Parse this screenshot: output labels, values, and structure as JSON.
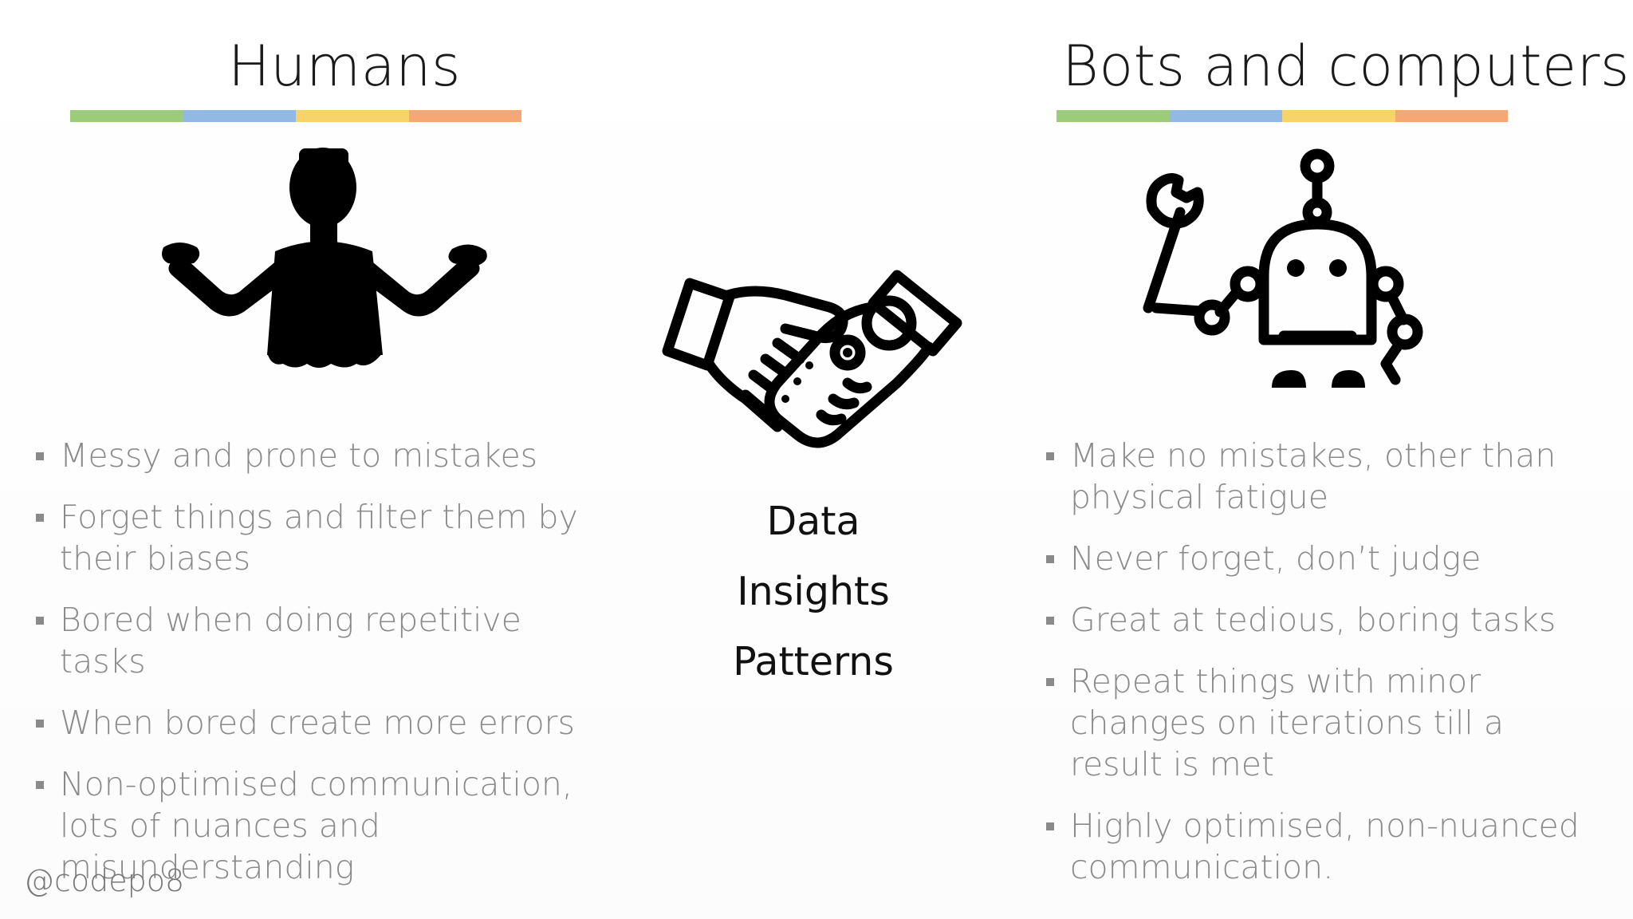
{
  "left_column": {
    "title": "Humans",
    "icon": "shrug-silhouette-icon",
    "bullets": [
      "Messy and prone to mistakes",
      "Forget things and filter them by their biases",
      "Bored when doing repetitive tasks",
      "When bored create more errors",
      "Non-optimised communication, lots of nuances and misunderstanding"
    ]
  },
  "right_column": {
    "title": "Bots and computers…",
    "icon": "robot-with-wrench-icon",
    "bullets": [
      "Make no mistakes, other than physical fatigue",
      "Never forget, don’t judge",
      "Great at tedious, boring tasks",
      "Repeat things with minor changes on iterations till a result is met",
      "Highly optimised, non-nuanced communication."
    ]
  },
  "center": {
    "icon": "human-robot-handshake-icon",
    "words": [
      "Data",
      "Insights",
      "Patterns"
    ]
  },
  "accent_colors": [
    "#9ccb7a",
    "#92b9e3",
    "#f7d46a",
    "#f3a876"
  ],
  "text_color_bullets": "#8a8a8a",
  "footer": {
    "handle": "@codepo8"
  }
}
